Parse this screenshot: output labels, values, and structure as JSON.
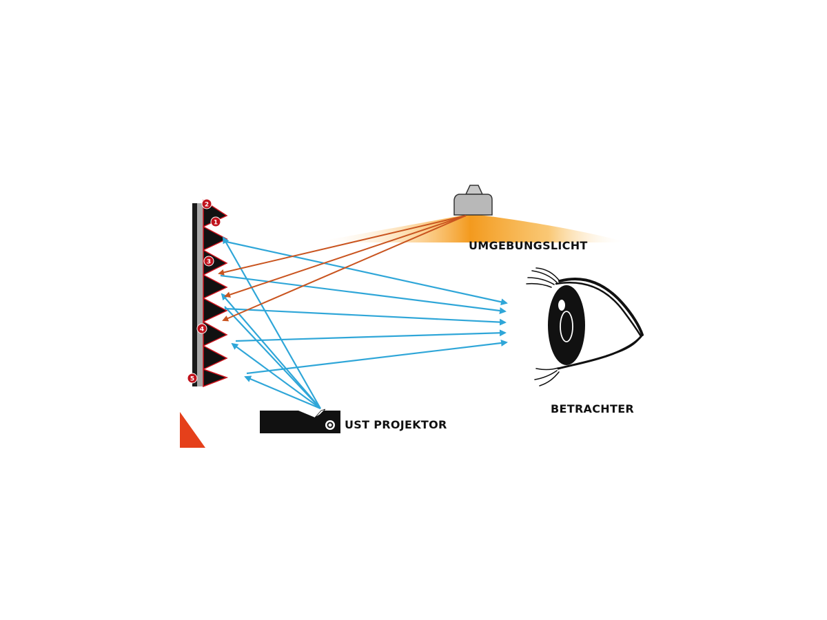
{
  "labels": {
    "ambient": "UMGEBUNGSLICHT",
    "viewer": "BETRACHTER",
    "projector": "UST PROJEKTOR"
  },
  "markers": [
    "1",
    "2",
    "3",
    "4",
    "5"
  ],
  "colors": {
    "background": "#ffffff",
    "screen": "#111111",
    "screen_edge": "#d0141e",
    "projected_light": "#2fa6d8",
    "ambient_light": "#c9541f",
    "marker": "#c0131d",
    "corner_triangle": "#e5401b"
  }
}
